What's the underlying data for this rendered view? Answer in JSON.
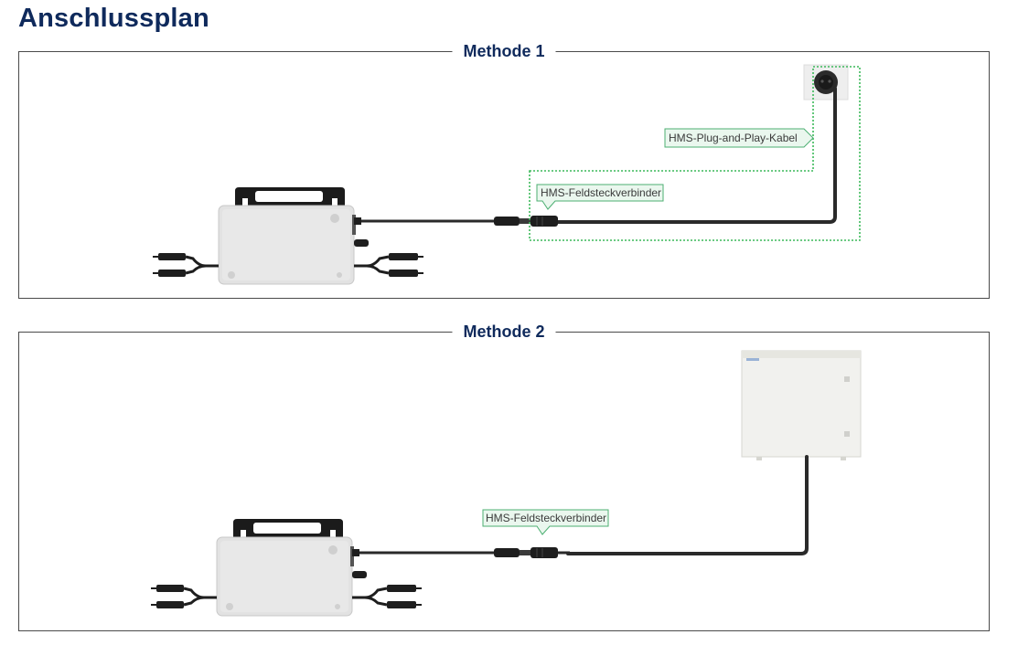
{
  "page": {
    "title": "Anschlussplan"
  },
  "method_1": {
    "title": "Methode 1",
    "callouts": {
      "plug_cable": "HMS-Plug-and-Play-Kabel",
      "field_connector": "HMS-Feldsteckverbinder"
    }
  },
  "method_2": {
    "title": "Methode 2",
    "callouts": {
      "field_connector": "HMS-Feldsteckverbinder"
    }
  },
  "colors": {
    "title": "#0f2a5c",
    "callout_border": "#4caf72",
    "callout_fill": "#eaf7ee",
    "highlight": "#3cb95a",
    "cable": "#2a2a2a",
    "inverter_body": "#e2e2e2"
  }
}
